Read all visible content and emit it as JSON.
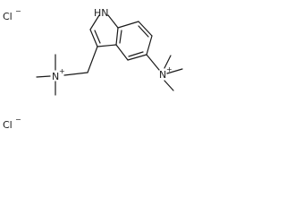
{
  "molecule": {
    "labels": {
      "chloride_1": "Cl",
      "chloride_2": "Cl",
      "indole_nh": "HN",
      "ammonium_1": "N",
      "ammonium_2": "N"
    },
    "charges": {
      "chloride_1": "−",
      "chloride_2": "−",
      "ammonium_1": "+",
      "ammonium_2": "+"
    },
    "colors": {
      "ink": "#1a1a1a",
      "background": "#ffffff"
    }
  }
}
